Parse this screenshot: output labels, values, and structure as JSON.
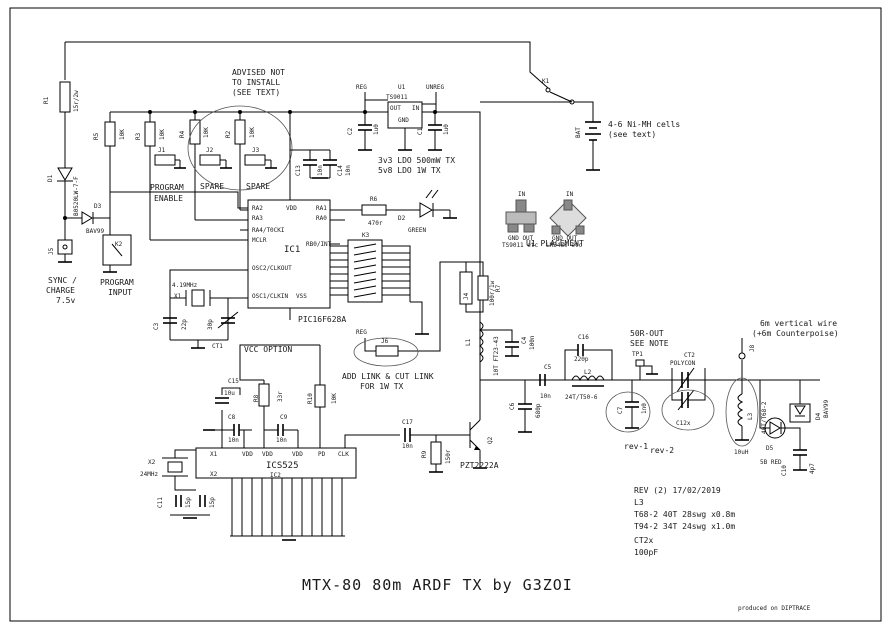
{
  "title": "MTX-80 80m ARDF TX by G3ZOI",
  "footer": "produced on DIPTRACE",
  "revision": {
    "rev": "REV (2) 17/02/2019",
    "l3_heading": "L3",
    "l3_line1": "T68-2 40T 28swg x0.8m",
    "l3_line2": "T94-2 34T 24swg x1.0m",
    "ct2_heading": "CT2x",
    "ct2_value": "100pF"
  },
  "notes": {
    "advised1": "ADVISED NOT",
    "advised2": "TO INSTALL",
    "advised3": "(SEE TEXT)",
    "ldo1": "3v3 LDO 500mW TX",
    "ldo2": "5v8 LDO 1W TX",
    "battery1": "4-6 Ni-MH cells",
    "battery2": "(see text)",
    "placement": "U1 PLACEMENT",
    "placement_a": "TS9011 etc",
    "placement_b": "LM3480 etc",
    "in_a": "IN",
    "in_b": "IN",
    "gnd_out_a": "GND OUT",
    "gnd_out_b": "GND OUT",
    "vcc_option": "VCC OPTION",
    "add_link1": "ADD LINK & CUT LINK",
    "add_link2": "FOR 1W TX",
    "fifty_out1": "50R-OUT",
    "fifty_out2": "SEE NOTE",
    "antenna1": "6m vertical wire",
    "antenna2": "(+6m Counterpoise)",
    "rev1": "rev-1",
    "rev2": "rev-2",
    "sync1": "SYNC /",
    "sync2": "CHARGE",
    "sync3": "7.5v",
    "prog_input1": "PROGRAM",
    "prog_input2": "INPUT",
    "prog_enable1": "PROGRAM",
    "prog_enable2": "ENABLE",
    "spare1": "SPARE",
    "spare2": "SPARE"
  },
  "components": {
    "r1": "R1",
    "r1v": "15r/2w",
    "d1": "D1",
    "d1v": "B0520LW-7-F",
    "d3": "D3",
    "d3v": "BAV99",
    "j5": "J5",
    "k2": "K2",
    "r5": "R5",
    "r5v": "10K",
    "r3": "R3",
    "r3v": "10K",
    "r4": "R4",
    "r4v": "10K",
    "r2": "R2",
    "r2v": "10K",
    "j1": "J1",
    "j2": "J2",
    "j3": "J3",
    "reg": "REG",
    "u1": "U1",
    "u1v": "TS9011",
    "unreg": "UNREG",
    "c2": "C2",
    "c2v": "1u0",
    "c1": "C1",
    "c1v": "1u0",
    "u1out": "OUT",
    "u1gnd": "GND",
    "u1in": "IN",
    "c13": "C13",
    "c13v": "10n",
    "c14": "C14",
    "c14v": "10n",
    "k1": "K1",
    "bat": "BAT",
    "r6": "R6",
    "r6v": "470r",
    "d2": "D2",
    "d2v": "GREEN",
    "ic1": "IC1",
    "ic1v": "PIC16F628A",
    "k3": "K3",
    "ra2": "RA2",
    "ra3": "RA3",
    "ra4": "RA4/T0CKI",
    "mclr": "MCLR",
    "osc2": "OSC2/CLKOUT",
    "osc1": "OSC1/CLKIN",
    "vdd": "VDD",
    "vss": "VSS",
    "ra1": "RA1",
    "ra0": "RA0",
    "rb0": "RB0/INT",
    "x1": "X1",
    "x1v": "4.19MHz",
    "c3": "C3",
    "c3v": "22p",
    "c3b": "30p",
    "ct1": "CT1",
    "j4": "J4",
    "r7": "R7",
    "r7v": "100r/1w",
    "j6": "J6",
    "reg2": "REG",
    "l1": "L1",
    "l1v": "10T FT23-43",
    "c4": "C4",
    "c4v": "100n",
    "c16": "C16",
    "c16v": "220p",
    "l2": "L2",
    "l2v": "24T/T50-6",
    "c5": "C5",
    "c5v": "10n",
    "c6": "C6",
    "c6v": "680p",
    "tp1": "TP1",
    "c7": "C7",
    "c7v": "1n0",
    "ct2": "CT2",
    "ct2v": "POLYCON",
    "c12": "C12x",
    "j8": "J8",
    "l3": "L3",
    "l3v": "40T/T68-2",
    "d5": "D5",
    "d5v": "5B RED",
    "d4": "D4",
    "d4v": "BAV99",
    "c10": "C10",
    "c10v": "4p7",
    "c15": "C15",
    "c15v": "10u",
    "c8": "C8",
    "c8v": "10n",
    "r8": "R8",
    "r8v": "33r",
    "c9": "C9",
    "c9v": "10n",
    "r10": "R10",
    "r10v": "10K",
    "c17": "C17",
    "c17v": "10n",
    "r9": "R9",
    "r9v": "150r",
    "q2": "Q2",
    "q2v": "PZT2222A",
    "ic2": "IC2",
    "ic2v": "ICS525",
    "x2": "X2",
    "x2v": "24MHz",
    "c11": "C11",
    "c11v": "15p",
    "c11b": "15p",
    "ic2vdd1": "VDD",
    "ic2vdd2": "VDD",
    "ic2vdd3": "VDD",
    "ic2pd": "PD",
    "ic2clk": "CLK",
    "ic2x1": "X1",
    "ic2x2": "X2"
  }
}
